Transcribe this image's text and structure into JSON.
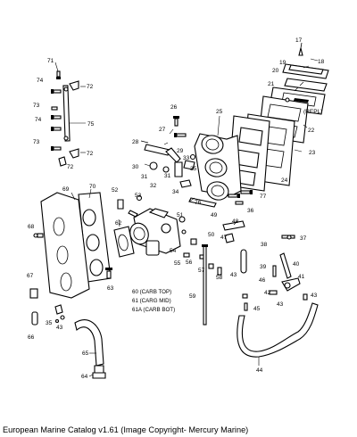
{
  "caption": "European Marine Catalog v1.61 (Image Copyright- Mercury Marine)",
  "notes": {
    "repl": "(REPL)",
    "carb_top": "60 (CARB TOP)",
    "carb_mid": "61 (CARG MID)",
    "carb_bot": "61A (CARB BOT)"
  },
  "labels": [
    "17",
    "18",
    "19",
    "20",
    "21",
    "22",
    "23",
    "24",
    "25",
    "26",
    "27",
    "28",
    "29",
    "30",
    "31",
    "32",
    "33",
    "34",
    "35",
    "36",
    "37",
    "38",
    "39",
    "40",
    "41",
    "42",
    "43",
    "44",
    "45",
    "46",
    "47",
    "48",
    "49",
    "50",
    "51",
    "52",
    "53",
    "54",
    "55",
    "56",
    "57",
    "58",
    "59",
    "62",
    "63",
    "64",
    "65",
    "66",
    "67",
    "68",
    "69",
    "70",
    "71",
    "72",
    "73",
    "74",
    "75",
    "76",
    "77"
  ]
}
